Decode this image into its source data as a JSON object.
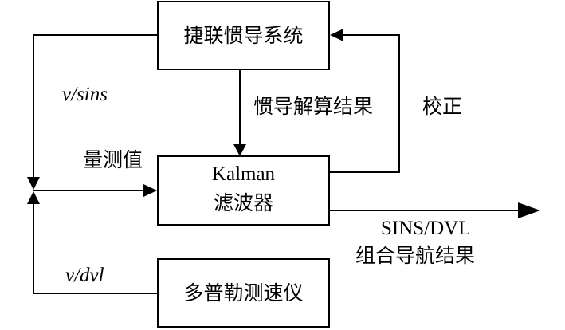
{
  "nodes": {
    "sins": "捷联惯导系统",
    "kalman_line1": "Kalman",
    "kalman_line2": "滤波器",
    "dvl": "多普勒测速仪"
  },
  "edge_labels": {
    "sins_solution": "惯导解算结果",
    "correction": "校正",
    "measurement": "量测值",
    "v_sins_v": "v",
    "v_sins_rest": "/sins",
    "v_dvl_v": "v",
    "v_dvl_rest": "/dvl",
    "output_line1": "SINS/DVL",
    "output_line2": "组合导航结果"
  },
  "colors": {
    "stroke": "#000000",
    "background": "#ffffff"
  }
}
